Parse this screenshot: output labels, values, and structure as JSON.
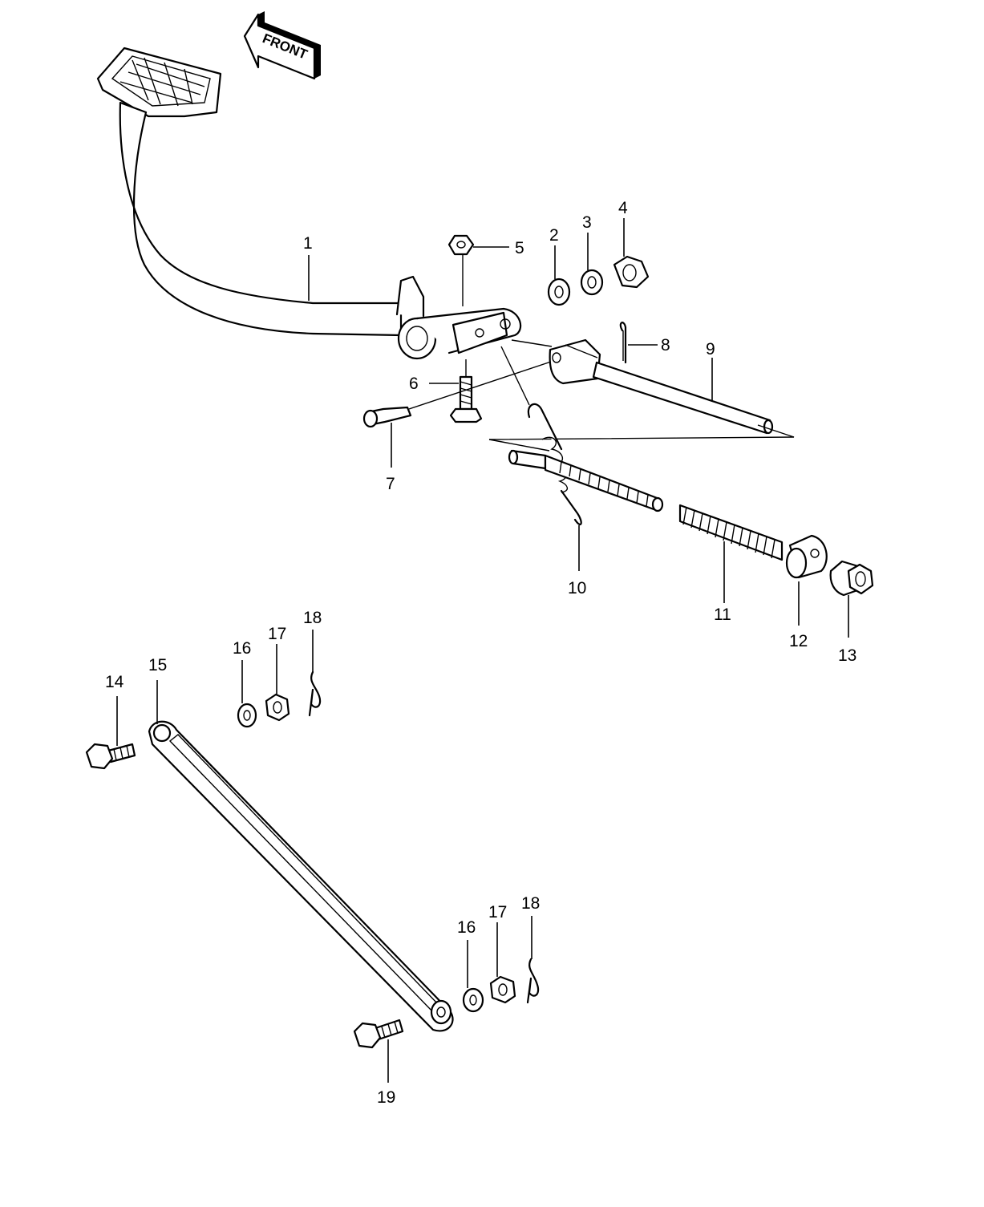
{
  "direction_arrow": {
    "text": "FRONT"
  },
  "callouts": [
    {
      "id": "c1",
      "text": "1"
    },
    {
      "id": "c2",
      "text": "2"
    },
    {
      "id": "c3",
      "text": "3"
    },
    {
      "id": "c4",
      "text": "4"
    },
    {
      "id": "c5",
      "text": "5"
    },
    {
      "id": "c6",
      "text": "6"
    },
    {
      "id": "c7",
      "text": "7"
    },
    {
      "id": "c8",
      "text": "8"
    },
    {
      "id": "c9",
      "text": "9"
    },
    {
      "id": "c10",
      "text": "10"
    },
    {
      "id": "c11",
      "text": "11"
    },
    {
      "id": "c12",
      "text": "12"
    },
    {
      "id": "c13",
      "text": "13"
    },
    {
      "id": "c14",
      "text": "14"
    },
    {
      "id": "c15",
      "text": "15"
    },
    {
      "id": "c16a",
      "text": "16"
    },
    {
      "id": "c17a",
      "text": "17"
    },
    {
      "id": "c18a",
      "text": "18"
    },
    {
      "id": "c16b",
      "text": "16"
    },
    {
      "id": "c17b",
      "text": "17"
    },
    {
      "id": "c18b",
      "text": "18"
    },
    {
      "id": "c19",
      "text": "19"
    }
  ]
}
